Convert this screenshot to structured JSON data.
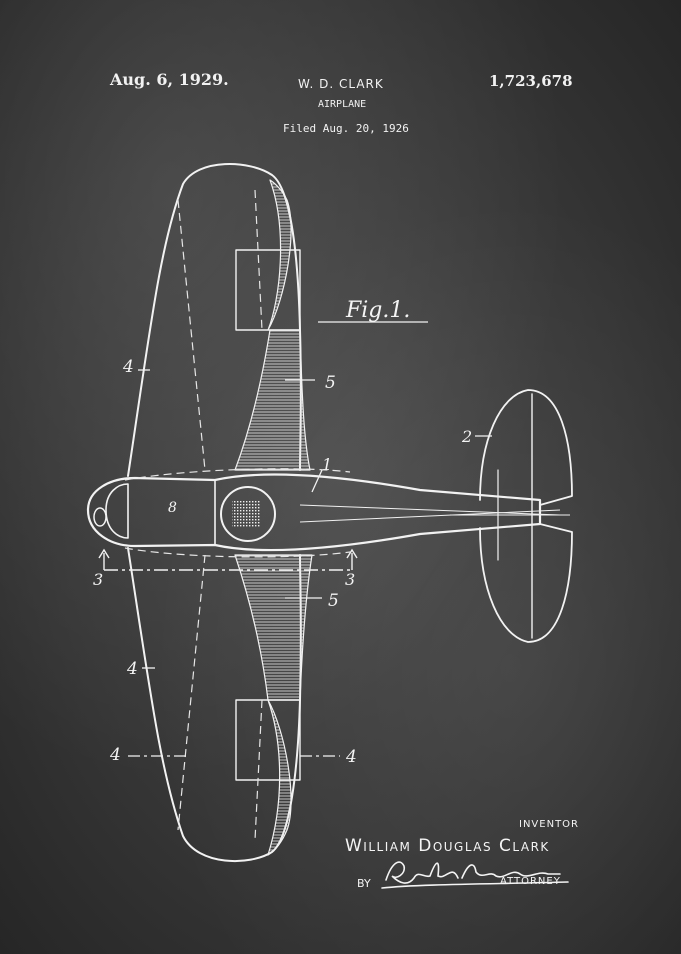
{
  "header": {
    "date": "Aug. 6, 1929.",
    "inventor": "W. D. CLARK",
    "patent_number": "1,723,678",
    "title": "AIRPLANE",
    "filed": "Filed Aug. 20, 1926"
  },
  "figure": {
    "label": "Fig.1.",
    "callouts": [
      "1",
      "2",
      "3",
      "3",
      "4",
      "4",
      "4",
      "4",
      "5",
      "5",
      "8"
    ]
  },
  "signature": {
    "inventor_label": "INVENTOR",
    "inventor_name": "William Douglas Clark",
    "by_label": "BY",
    "attorney_signature": "Robert A. Lavender",
    "attorney_label": "ATTORNEY"
  }
}
